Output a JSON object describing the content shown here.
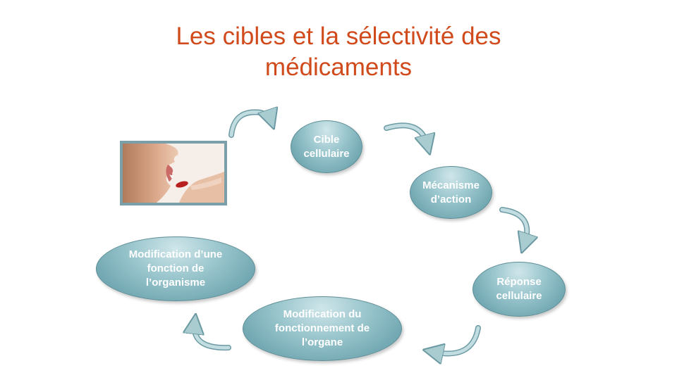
{
  "slide": {
    "title_line1": "Les cibles et la sélectivité des",
    "title_line2": "médicaments"
  },
  "nodes": [
    {
      "line1": "Cible",
      "line2": "cellulaire"
    },
    {
      "line1": "Mécanisme",
      "line2": "d’action"
    },
    {
      "line1": "Réponse",
      "line2": "cellulaire"
    },
    {
      "line1": "Modification du",
      "line2": "fonctionnement de",
      "line3": "l’organe"
    },
    {
      "line1": "Modification d’une",
      "line2": "fonction de",
      "line3": "l’organisme"
    }
  ],
  "photo": {
    "icon": "person-taking-pill-photo"
  },
  "colors": {
    "title": "#d04a1c",
    "node_fill": "#8fbec6",
    "arrow_fill": "#a9ccd1",
    "arrow_stroke": "#6c9aa3"
  }
}
